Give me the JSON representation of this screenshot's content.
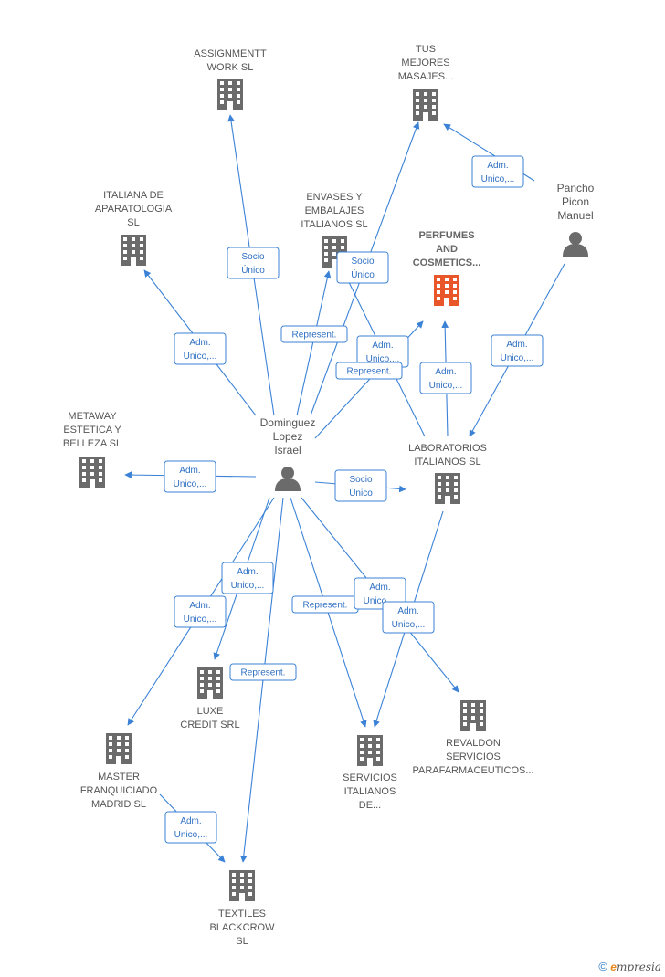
{
  "nodes": [
    {
      "id": "assignmentt",
      "kind": "company",
      "lines": [
        "ASSIGNMENTT",
        "WORK SL"
      ]
    },
    {
      "id": "tus_mejores",
      "kind": "company",
      "lines": [
        "TUS",
        "MEJORES",
        "MASAJES..."
      ]
    },
    {
      "id": "italiana",
      "kind": "company",
      "lines": [
        "ITALIANA DE",
        "APARATOLOGIA",
        "SL"
      ]
    },
    {
      "id": "envases",
      "kind": "company",
      "lines": [
        "ENVASES Y",
        "EMBALAJES",
        "ITALIANOS  SL"
      ]
    },
    {
      "id": "perfumes",
      "kind": "company",
      "focus": true,
      "lines": [
        "PERFUMES",
        "AND",
        "COSMETICS..."
      ]
    },
    {
      "id": "pancho",
      "kind": "person",
      "lines": [
        "Pancho",
        "Picon",
        "Manuel"
      ]
    },
    {
      "id": "metaway",
      "kind": "company",
      "lines": [
        "METAWAY",
        "ESTETICA Y",
        "BELLEZA  SL"
      ]
    },
    {
      "id": "dominguez",
      "kind": "person",
      "lines": [
        "Dominguez",
        "Lopez",
        "Israel"
      ]
    },
    {
      "id": "laboratorios",
      "kind": "company",
      "lines": [
        "LABORATORIOS",
        "ITALIANOS  SL"
      ]
    },
    {
      "id": "luxe",
      "kind": "company",
      "lines": [
        "LUXE",
        "CREDIT SRL"
      ]
    },
    {
      "id": "revaldon",
      "kind": "company",
      "lines": [
        "REVALDON",
        "SERVICIOS",
        "PARAFARMACEUTICOS..."
      ]
    },
    {
      "id": "master",
      "kind": "company",
      "lines": [
        "MASTER",
        "FRANQUICIADO",
        "MADRID  SL"
      ]
    },
    {
      "id": "servicios",
      "kind": "company",
      "lines": [
        "SERVICIOS",
        "ITALIANOS",
        "DE..."
      ]
    },
    {
      "id": "textiles",
      "kind": "company",
      "lines": [
        "TEXTILES",
        "BLACKCROW",
        "SL"
      ]
    }
  ],
  "edges": [
    {
      "from": "dominguez",
      "to": "assignmentt",
      "label": [
        "Socio",
        "Único"
      ]
    },
    {
      "from": "dominguez",
      "to": "tus_mejores",
      "label": [
        "Socio",
        "Único"
      ]
    },
    {
      "from": "pancho",
      "to": "tus_mejores",
      "label": [
        "Adm.",
        "Unico,..."
      ]
    },
    {
      "from": "dominguez",
      "to": "italiana",
      "label": [
        "Adm.",
        "Unico,..."
      ]
    },
    {
      "from": "dominguez",
      "to": "envases",
      "label": [
        "Represent."
      ]
    },
    {
      "from": "laboratorios",
      "to": "envases",
      "label": [
        "Adm.",
        "Unico,..."
      ]
    },
    {
      "from": "dominguez",
      "to": "perfumes",
      "label": [
        "Represent."
      ]
    },
    {
      "from": "laboratorios",
      "to": "perfumes",
      "label": [
        "Adm.",
        "Unico,..."
      ]
    },
    {
      "from": "pancho",
      "to": "laboratorios",
      "label": [
        "Adm.",
        "Unico,..."
      ]
    },
    {
      "from": "dominguez",
      "to": "metaway",
      "label": [
        "Adm.",
        "Unico,..."
      ]
    },
    {
      "from": "dominguez",
      "to": "laboratorios",
      "label": [
        "Socio",
        "Único"
      ]
    },
    {
      "from": "dominguez",
      "to": "luxe",
      "label": [
        "Adm.",
        "Unico,..."
      ]
    },
    {
      "from": "dominguez",
      "to": "master",
      "label": [
        "Adm.",
        "Unico,..."
      ]
    },
    {
      "from": "dominguez",
      "to": "textiles",
      "label": [
        "Represent."
      ]
    },
    {
      "from": "dominguez",
      "to": "servicios",
      "label": [
        "Represent."
      ]
    },
    {
      "from": "dominguez",
      "to": "revaldon",
      "label": [
        "Adm.",
        "Unico,..."
      ]
    },
    {
      "from": "laboratorios",
      "to": "servicios",
      "label": [
        "Adm.",
        "Unico,..."
      ]
    },
    {
      "from": "master",
      "to": "textiles",
      "label": [
        "Adm.",
        "Unico,..."
      ]
    }
  ],
  "colors": {
    "edge": "#3b82d6",
    "company_icon": "#6b6b6b",
    "focus_icon": "#e8562a",
    "person_icon": "#6b6b6b"
  },
  "brand": {
    "copyright": "©",
    "initial": "e",
    "name": "mpresia"
  }
}
